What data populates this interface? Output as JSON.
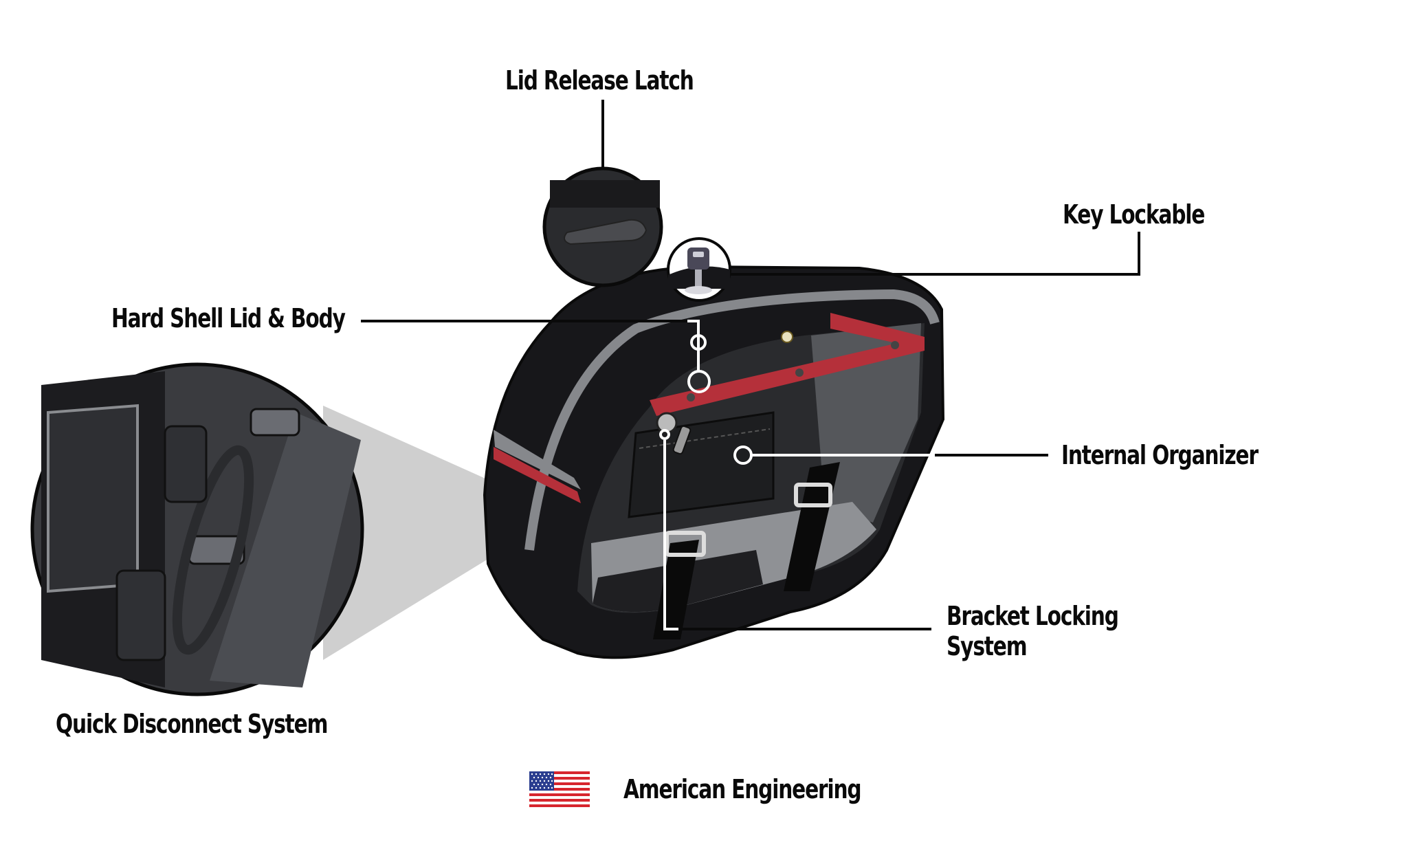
{
  "features": {
    "lid_release_latch": "Lid Release Latch",
    "key_lockable": "Key Lockable",
    "hard_shell": "Hard Shell Lid & Body",
    "internal_organizer": "Internal Organizer",
    "bracket_locking_line1": "Bracket Locking",
    "bracket_locking_line2": "System",
    "quick_disconnect": "Quick Disconnect System"
  },
  "footer": {
    "flag_icon": "us-flag-icon",
    "text": "American Engineering"
  },
  "colors": {
    "bag_body": "#1a1a1c",
    "accent_red": "#b5303a",
    "trim_gray": "#8a8c90",
    "text": "#0a0a0a"
  }
}
